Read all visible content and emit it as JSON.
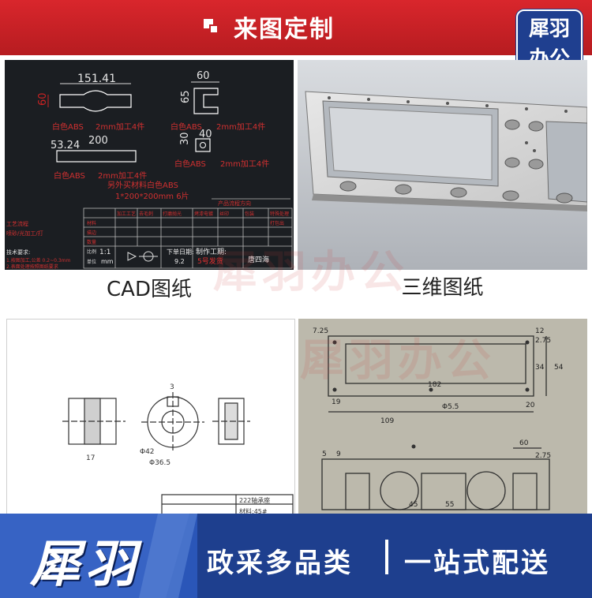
{
  "header": {
    "title": "来图定制"
  },
  "brand": {
    "line1": "犀羽",
    "line2": "办公"
  },
  "captions": {
    "cad": "CAD图纸",
    "threed": "三维图纸"
  },
  "watermark": "犀羽办公",
  "cad": {
    "dim_top": "151.41",
    "dim_side1": "60",
    "dim_l1": "60",
    "dim_l2": "65",
    "dim_bar": "200",
    "dim_bar2": "53.24",
    "dim_sq1": "40",
    "dim_sq2": "30",
    "mat_a": "白色ABS",
    "proc_a": "2mm加工4件",
    "mat_b": "白色ABS",
    "proc_b": "2mm加工4件",
    "mat_c": "白色ABS",
    "proc_c": "2mm加工4件",
    "mat_d": "白色ABS",
    "proc_d": "2mm加工4件",
    "extra1": "另外买材料白色ABS",
    "extra2": "1*200*200mm 6片",
    "table_head": "产品流程方向",
    "table_cols": [
      "加工工艺",
      "去毛刺",
      "打磨抛光",
      "烤漆电镀",
      "丝印",
      "包装",
      "特殊处理",
      "打包出"
    ],
    "left_notes": [
      "工艺流程",
      "喷砂/光加工/打"
    ],
    "tech": "技术要求:",
    "tech1": "1.按图加工,公差 0.2~0.3mm",
    "tech2": "2.表面处理按照图纸要求",
    "scale_label": "比例",
    "scale": "1:1",
    "unit_label": "单位",
    "unit": "mm",
    "date_label": "下单日期:",
    "date": "9.2",
    "lead_label": "制作工期:",
    "lead": "5号发货",
    "designer": "唐四海",
    "mat_row": "材料",
    "ins_row": "描边",
    "qty_row": "数量"
  },
  "sketch": {
    "dim1": "Φ36.5",
    "dim2": "Φ42",
    "dim3": "17",
    "dim4": "3",
    "title_block1": "222轴承座",
    "title_block2": "材料:45#"
  },
  "photo": {
    "top": {
      "w": "182",
      "h1": "54",
      "h2": "34",
      "t1": "7.25",
      "t2": "20",
      "t3": "19",
      "t4": "109",
      "t5": "12",
      "t6": "2.75",
      "hole": "Φ5.5"
    },
    "bottom": {
      "w": "60",
      "h1": "55",
      "h2": "45",
      "t1": "9",
      "t2": "5",
      "t3": "2.75"
    }
  },
  "footer": {
    "logo": "犀羽",
    "slogan1": "政采多品类",
    "slogan2": "一站式配送"
  }
}
